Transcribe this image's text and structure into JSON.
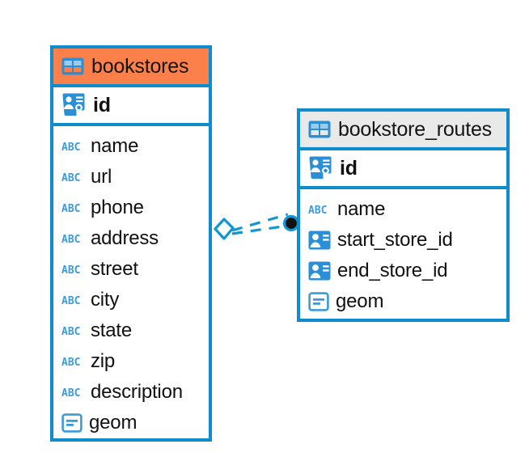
{
  "diagram": {
    "kind": "entity-relationship-diagram",
    "background": "#ffffff",
    "colors": {
      "border_blue": "#0f8cce",
      "header_orange": "#fb8049",
      "header_gray": "#e9e9e9",
      "icon_blue": "#3d9bd8",
      "text": "#111111",
      "connector": "#1296d4"
    }
  },
  "entities": [
    {
      "name": "bookstores",
      "header_style": "orange",
      "key_field": {
        "label": "id",
        "icon": "primary-key-icon"
      },
      "fields": [
        {
          "label": "name",
          "icon": "abc-text-icon"
        },
        {
          "label": "url",
          "icon": "abc-text-icon"
        },
        {
          "label": "phone",
          "icon": "abc-text-icon"
        },
        {
          "label": "address",
          "icon": "abc-text-icon"
        },
        {
          "label": "street",
          "icon": "abc-text-icon"
        },
        {
          "label": "city",
          "icon": "abc-text-icon"
        },
        {
          "label": "state",
          "icon": "abc-text-icon"
        },
        {
          "label": "zip",
          "icon": "abc-text-icon"
        },
        {
          "label": "description",
          "icon": "abc-text-icon"
        },
        {
          "label": "geom",
          "icon": "geometry-icon"
        }
      ]
    },
    {
      "name": "bookstore_routes",
      "header_style": "gray",
      "key_field": {
        "label": "id",
        "icon": "primary-key-icon"
      },
      "fields": [
        {
          "label": "name",
          "icon": "abc-text-icon"
        },
        {
          "label": "start_store_id",
          "icon": "foreign-key-icon"
        },
        {
          "label": "end_store_id",
          "icon": "foreign-key-icon"
        },
        {
          "label": "geom",
          "icon": "geometry-icon"
        }
      ]
    }
  ],
  "relationship": {
    "from_entity": "bookstores",
    "to_entity": "bookstore_routes",
    "line_style": "dashed",
    "source_endpoint": "hollow-diamond",
    "target_endpoint": "filled-circle"
  }
}
